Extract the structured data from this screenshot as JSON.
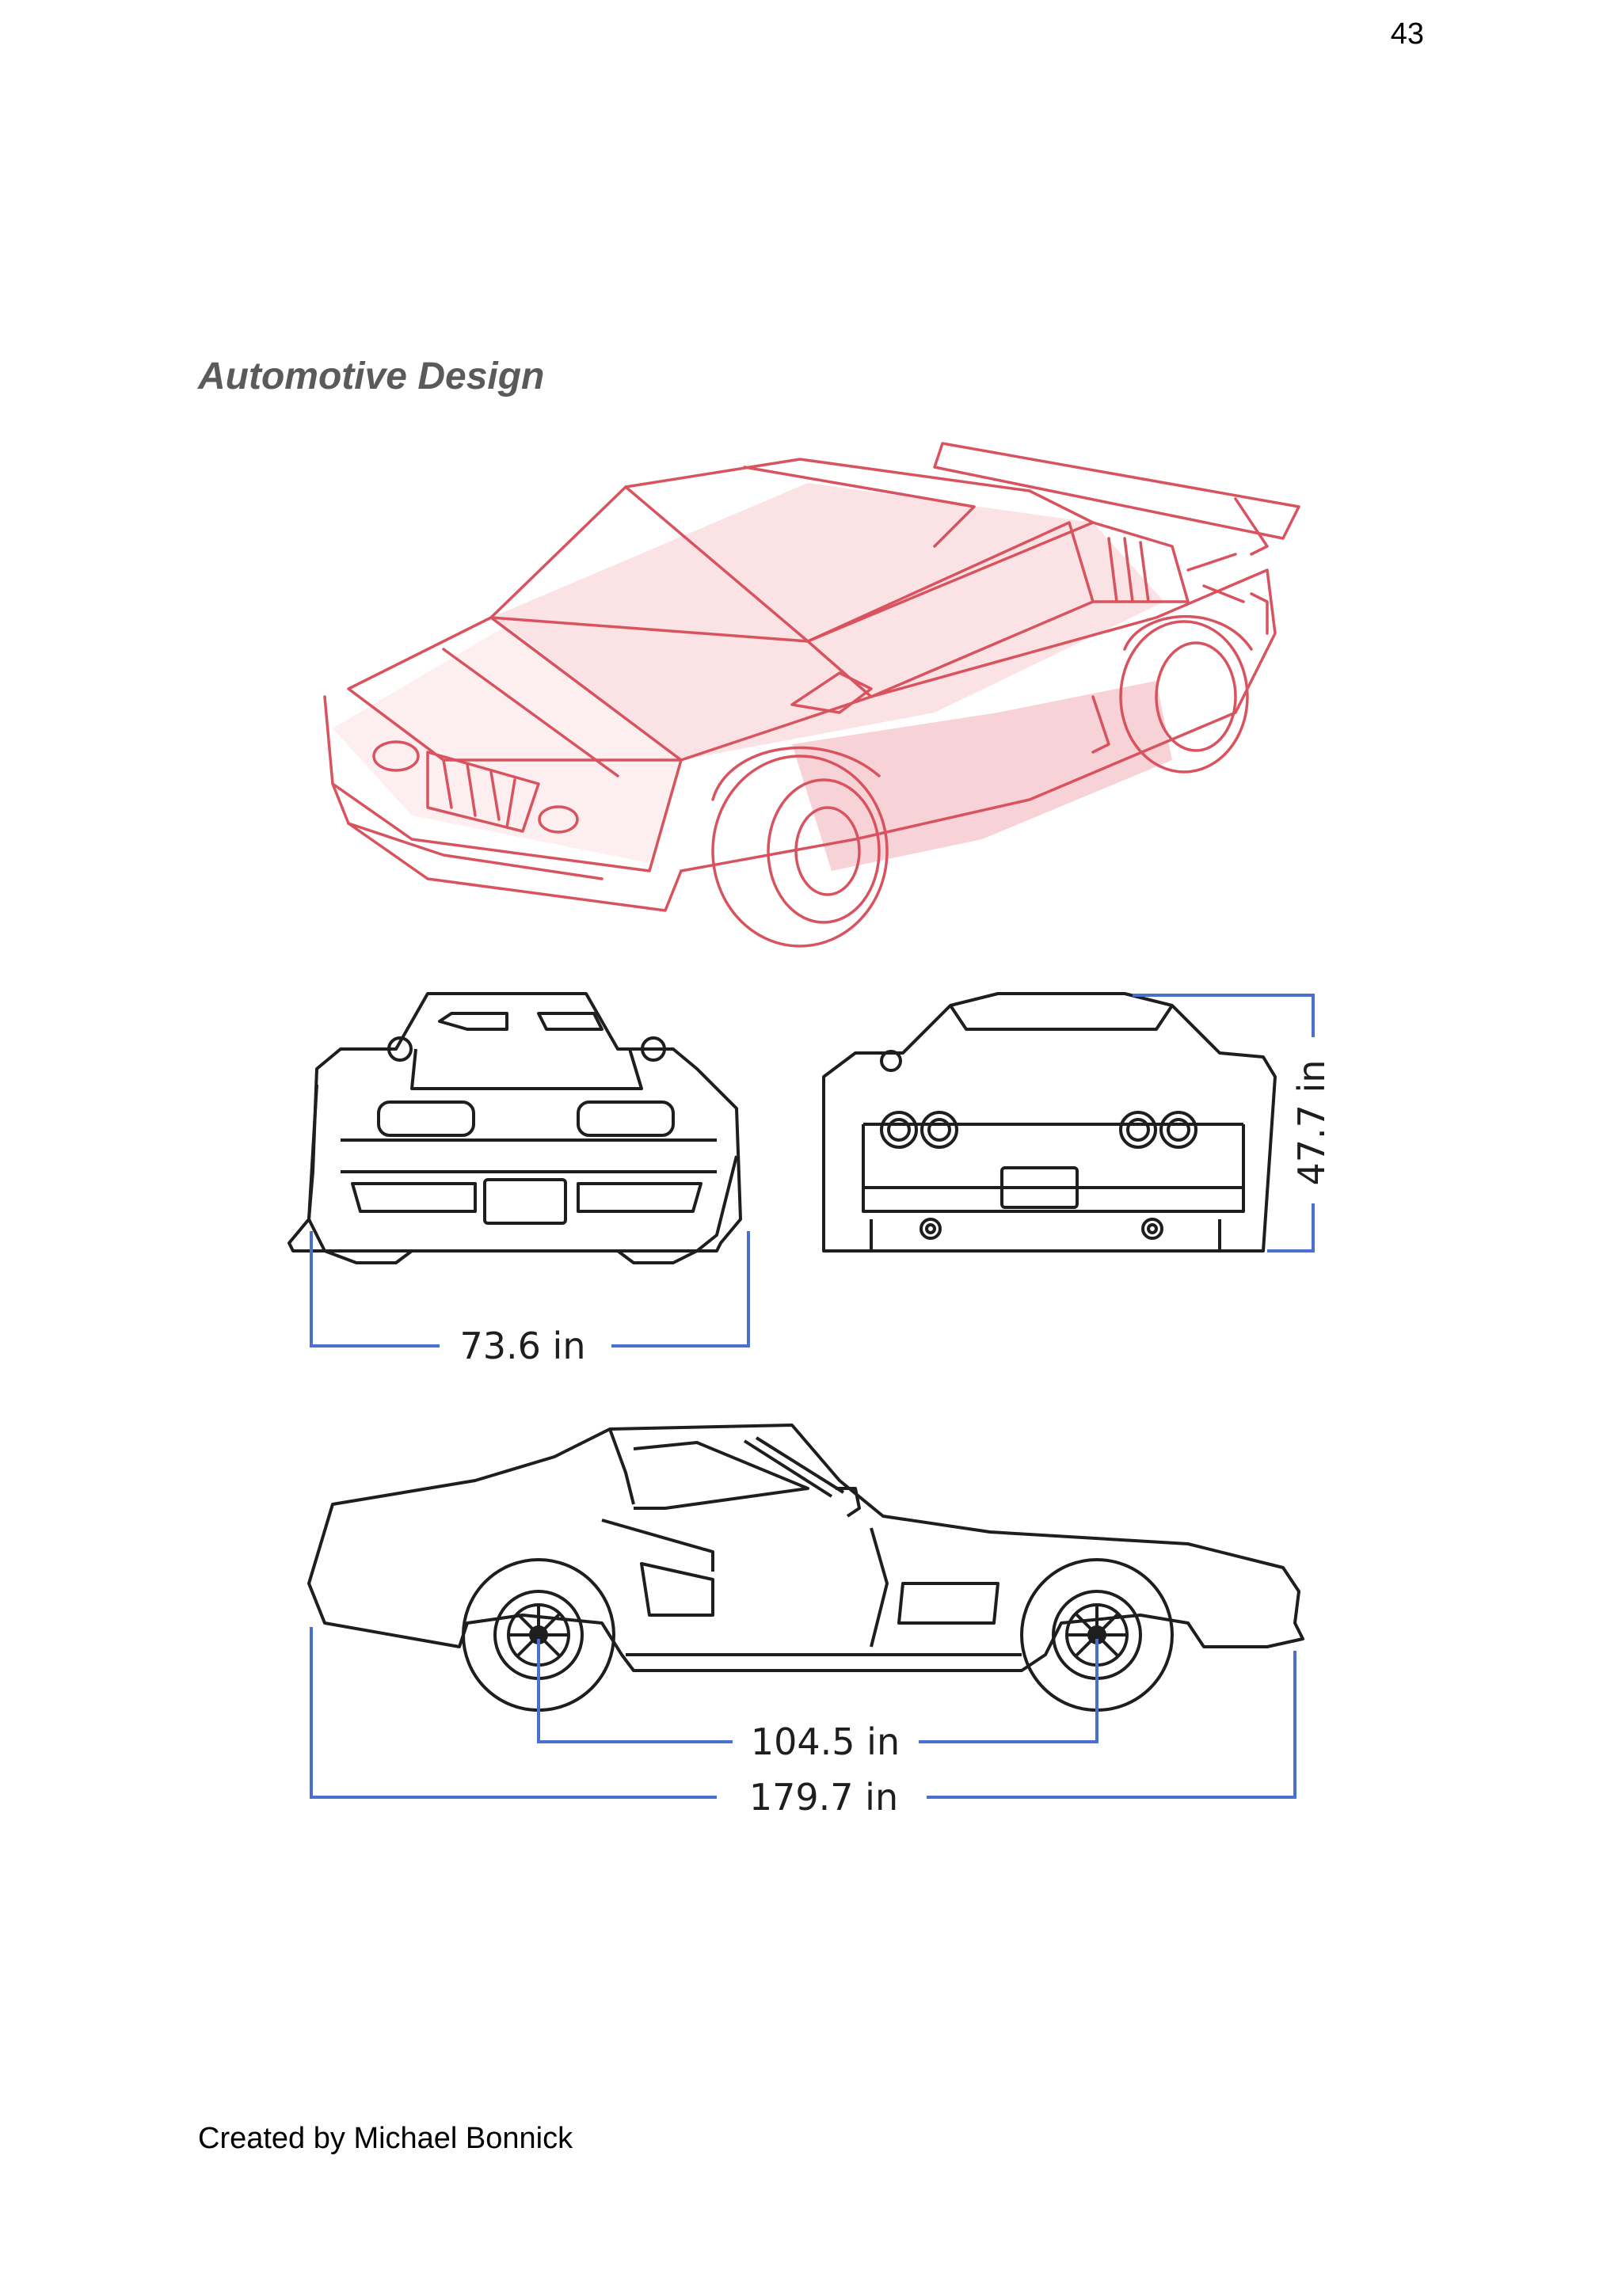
{
  "page": {
    "number": "43"
  },
  "section": {
    "title": "Automotive Design"
  },
  "figure": {
    "dimensions": {
      "track_width": "73.6 in",
      "height": "47.7 in",
      "wheelbase": "104.5 in",
      "overall_length": "179.7 in"
    }
  },
  "colors": {
    "sketch": "#d9535f",
    "dimension_line": "#4a6fd1",
    "outline": "#1e1e1e"
  },
  "footer": {
    "credit": "Created by Michael Bonnick"
  }
}
